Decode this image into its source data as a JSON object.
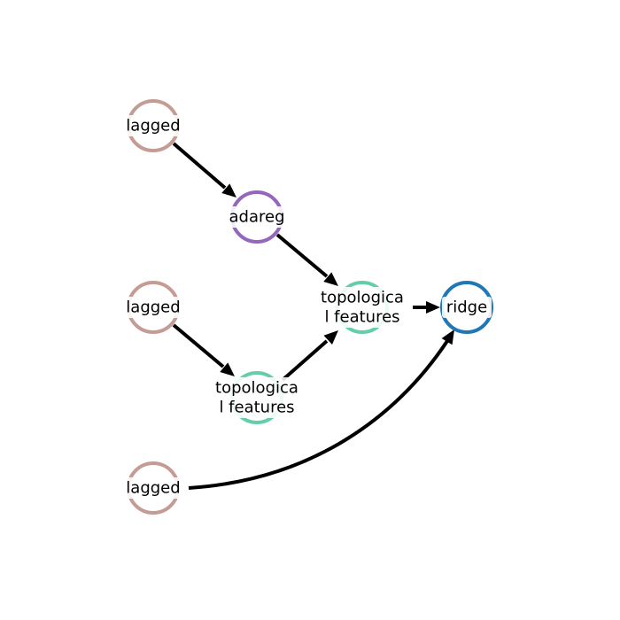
{
  "nodes": [
    {
      "id": "lagged-1",
      "lines": [
        "lagged"
      ],
      "color": "#c49c94"
    },
    {
      "id": "adareg",
      "lines": [
        "adareg"
      ],
      "color": "#9467bd"
    },
    {
      "id": "lagged-2",
      "lines": [
        "lagged"
      ],
      "color": "#c49c94"
    },
    {
      "id": "topological-features-1",
      "lines": [
        "topologica",
        "l features"
      ],
      "color": "#66cdaa"
    },
    {
      "id": "topological-features-2",
      "lines": [
        "topologica",
        "l features"
      ],
      "color": "#66cdaa"
    },
    {
      "id": "ridge",
      "lines": [
        "ridge"
      ],
      "color": "#1f77b4"
    },
    {
      "id": "lagged-3",
      "lines": [
        "lagged"
      ],
      "color": "#c49c94"
    }
  ],
  "edges": [
    {
      "from": "lagged-1",
      "to": "adareg"
    },
    {
      "from": "adareg",
      "to": "topological-features-2"
    },
    {
      "from": "lagged-2",
      "to": "topological-features-1"
    },
    {
      "from": "topological-features-1",
      "to": "topological-features-2"
    },
    {
      "from": "topological-features-2",
      "to": "ridge"
    },
    {
      "from": "lagged-3",
      "to": "ridge"
    }
  ]
}
